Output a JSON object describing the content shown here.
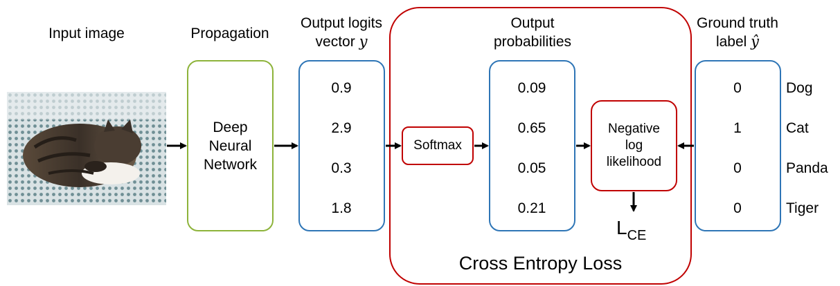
{
  "headers": {
    "input_image": "Input image",
    "propagation": "Propagation",
    "logits_line1": "Output logits",
    "logits_line2": "vector",
    "logits_var": "y",
    "probs_line1": "Output",
    "probs_line2": "probabilities",
    "ground_line1": "Ground truth",
    "ground_line2": "label",
    "ground_var": "ŷ"
  },
  "network": {
    "line1": "Deep",
    "line2": "Neural",
    "line3": "Network"
  },
  "logits": [
    "0.9",
    "2.9",
    "0.3",
    "1.8"
  ],
  "softmax": "Softmax",
  "probabilities": [
    "0.09",
    "0.65",
    "0.05",
    "0.21"
  ],
  "nll": {
    "line1": "Negative",
    "line2": "log",
    "line3": "likelihood"
  },
  "loss_label": {
    "main": "L",
    "sub": "CE"
  },
  "ground_truth": [
    "0",
    "1",
    "0",
    "0"
  ],
  "classes": [
    "Dog",
    "Cat",
    "Panda",
    "Tiger"
  ],
  "group_label": "Cross Entropy Loss",
  "colors": {
    "blue": "#2e75b6",
    "green": "#8db33a",
    "red": "#c00000"
  }
}
